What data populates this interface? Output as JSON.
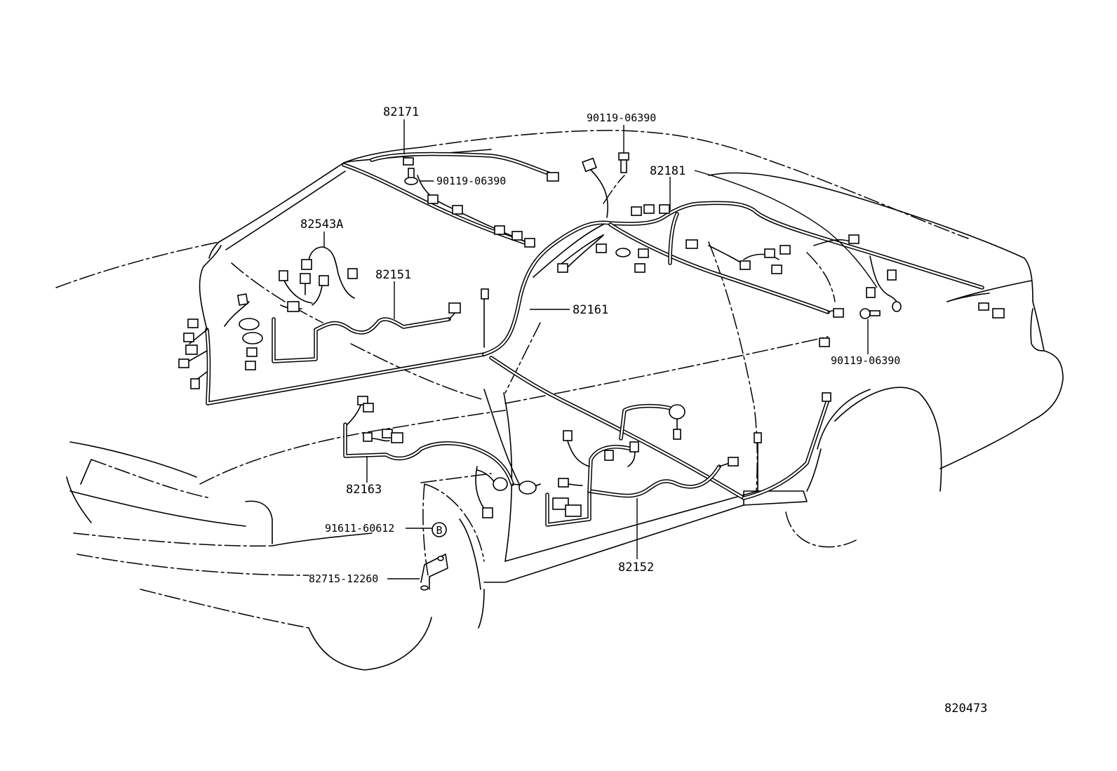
{
  "diagram": {
    "part_labels": {
      "p82171": "82171",
      "p90119_a": "90119-06390",
      "p90119_b": "90119-06390",
      "p90119_c": "90119-06390",
      "p82181": "82181",
      "p82543A": "82543A",
      "p82151": "82151",
      "p82161": "82161",
      "p82163": "82163",
      "p91611": "91611-60612",
      "p82715": "82715-12260",
      "p82152": "82152"
    },
    "callout_letter": "B",
    "figure_number": "820473"
  }
}
